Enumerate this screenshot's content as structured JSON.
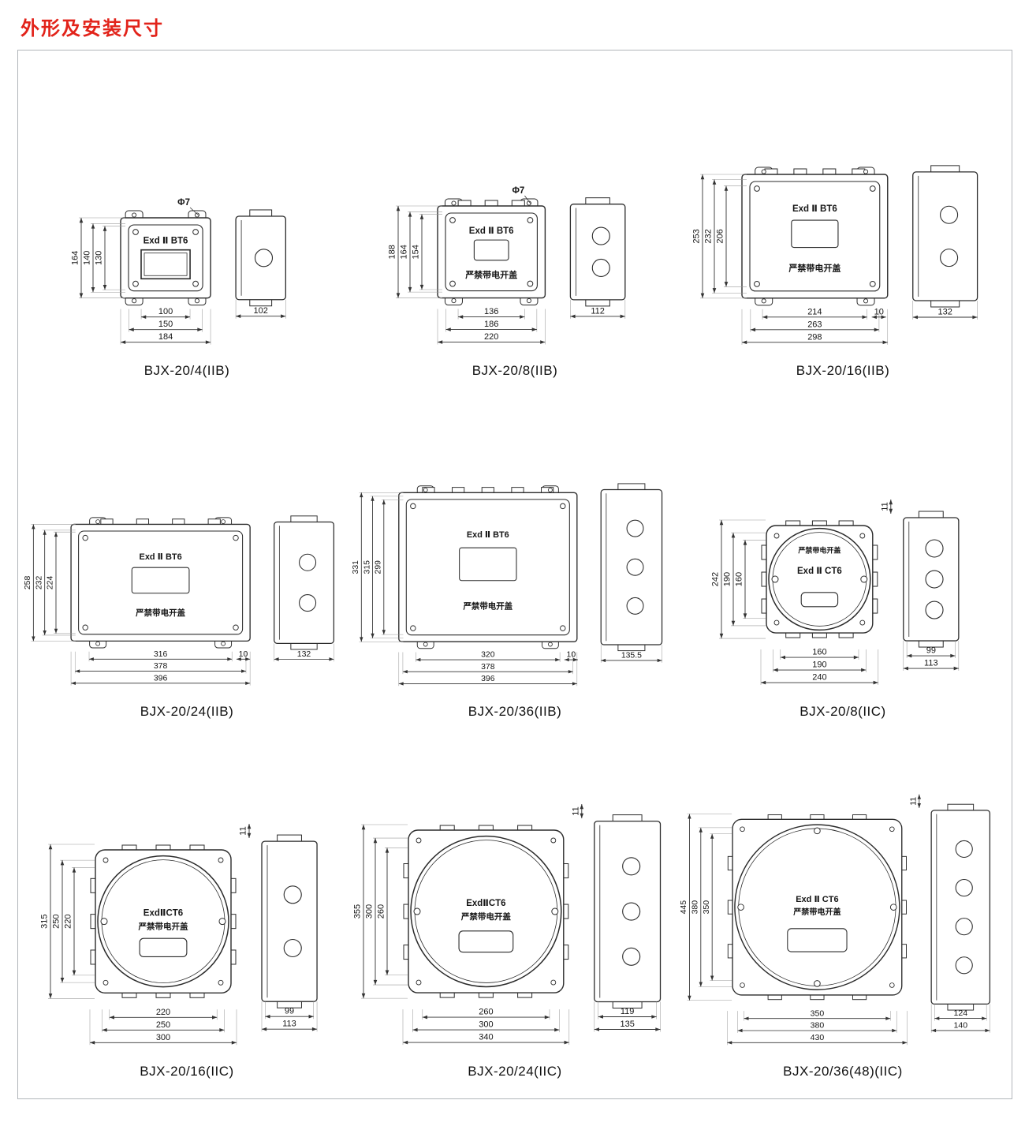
{
  "page": {
    "title": "外形及安装尺寸",
    "title_color": "#e2231a"
  },
  "diagrams": [
    {
      "caption": "BJX-20/4(IIB)",
      "type": "rect",
      "labels": [
        "Exd Ⅱ BT6",
        ""
      ],
      "arc_label": "",
      "phi_label": "Φ7",
      "offset_label": "",
      "v_dims": [
        "164",
        "140",
        "130"
      ],
      "h_dims": [
        "100",
        "150",
        "184"
      ],
      "side_dims": [
        "102"
      ],
      "side_holes": 1,
      "top_stubs": 0
    },
    {
      "caption": "BJX-20/8(IIB)",
      "type": "rect",
      "labels": [
        "Exd Ⅱ BT6",
        "严禁带电开盖"
      ],
      "arc_label": "",
      "phi_label": "Φ7",
      "offset_label": "",
      "v_dims": [
        "188",
        "164",
        "154"
      ],
      "h_dims": [
        "136",
        "186",
        "220"
      ],
      "side_dims": [
        "112"
      ],
      "side_holes": 2,
      "top_stubs": 3
    },
    {
      "caption": "BJX-20/16(IIB)",
      "type": "rect",
      "labels": [
        "Exd Ⅱ BT6",
        "严禁带电开盖"
      ],
      "arc_label": "",
      "phi_label": "",
      "offset_label": "10",
      "v_dims": [
        "253",
        "232",
        "206"
      ],
      "h_dims": [
        "214",
        "263",
        "298"
      ],
      "side_dims": [
        "132"
      ],
      "side_holes": 2,
      "top_stubs": 4
    },
    {
      "caption": "BJX-20/24(IIB)",
      "type": "rect",
      "labels": [
        "Exd Ⅱ BT6",
        "严禁带电开盖"
      ],
      "arc_label": "",
      "phi_label": "",
      "offset_label": "10",
      "v_dims": [
        "258",
        "232",
        "224"
      ],
      "h_dims": [
        "316",
        "378",
        "396"
      ],
      "side_dims": [
        "132"
      ],
      "side_holes": 2,
      "top_stubs": 4
    },
    {
      "caption": "BJX-20/36(IIB)",
      "type": "rect",
      "labels": [
        "Exd Ⅱ BT6",
        "严禁带电开盖"
      ],
      "arc_label": "",
      "phi_label": "",
      "offset_label": "10",
      "v_dims": [
        "331",
        "315",
        "299"
      ],
      "h_dims": [
        "320",
        "378",
        "396"
      ],
      "side_dims": [
        "135.5"
      ],
      "side_holes": 3,
      "top_stubs": 5
    },
    {
      "caption": "BJX-20/8(IIC)",
      "type": "round",
      "labels": [
        "Exd Ⅱ CT6",
        ""
      ],
      "arc_label": "严禁带电开盖",
      "phi_label": "",
      "offset_label": "11",
      "v_dims": [
        "242",
        "190",
        "160"
      ],
      "h_dims": [
        "160",
        "190",
        "240"
      ],
      "side_dims": [
        "99",
        "113"
      ],
      "side_holes": 3,
      "top_stubs": 3
    },
    {
      "caption": "BJX-20/16(IIC)",
      "type": "round",
      "labels": [
        "ExdⅡCT6",
        "严禁带电开盖"
      ],
      "arc_label": "",
      "phi_label": "",
      "offset_label": "11",
      "v_dims": [
        "315",
        "250",
        "220"
      ],
      "h_dims": [
        "220",
        "250",
        "300"
      ],
      "side_dims": [
        "99",
        "113"
      ],
      "side_holes": 2,
      "top_stubs": 3
    },
    {
      "caption": "BJX-20/24(IIC)",
      "type": "round",
      "labels": [
        "ExdⅡCT6",
        "严禁带电开盖"
      ],
      "arc_label": "",
      "phi_label": "",
      "offset_label": "11",
      "v_dims": [
        "355",
        "300",
        "260"
      ],
      "h_dims": [
        "260",
        "300",
        "340"
      ],
      "side_dims": [
        "119",
        "135"
      ],
      "side_holes": 3,
      "top_stubs": 3
    },
    {
      "caption": "BJX-20/36(48)(IIC)",
      "type": "round",
      "labels": [
        "Exd Ⅱ CT6",
        "严禁带电开盖"
      ],
      "arc_label": "",
      "phi_label": "",
      "offset_label": "11",
      "v_dims": [
        "445",
        "380",
        "350"
      ],
      "h_dims": [
        "350",
        "380",
        "430"
      ],
      "side_dims": [
        "124",
        "140"
      ],
      "side_holes": 4,
      "top_stubs": 4
    }
  ]
}
